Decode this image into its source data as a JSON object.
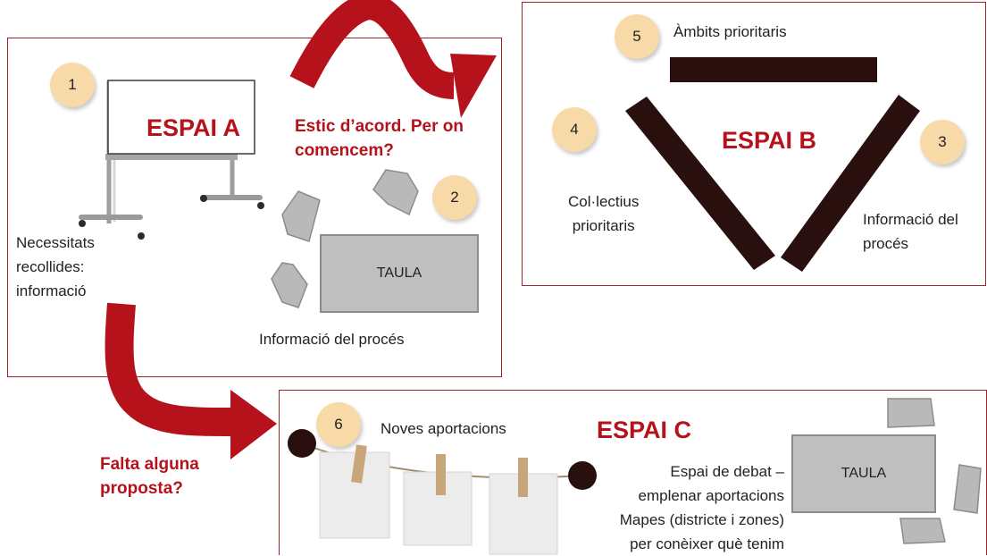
{
  "espai_a": {
    "title": "ESPAI A",
    "badge": "1",
    "badge2": "2",
    "needs_label": "Necessitats\nrecollides:\ninformació",
    "table_label": "TAULA",
    "process_info": "Informació del procés"
  },
  "arrow_labels": {
    "to_b": "Estic d’acord. Per on\ncomencem?",
    "to_c": "Falta alguna\nproposta?"
  },
  "espai_b": {
    "title": "ESPAI B",
    "badge5": "5",
    "badge4": "4",
    "badge3": "3",
    "ambits": "Àmbits prioritaris",
    "collectius": "Col·lectius\nprioritaris",
    "informacio": "Informació del\nprocés"
  },
  "espai_c": {
    "title": "ESPAI C",
    "badge6": "6",
    "noves": "Noves aportacions",
    "debat": "Espai de debat –\nemplenar aportacions\nMapes (districte i zones)\nper conèixer què tenim",
    "table_label": "TAULA"
  },
  "colors": {
    "accent": "#b5121b",
    "badge": "#f8d9a8",
    "bar": "#2a0f0f",
    "chair": "#b9b9b9"
  }
}
